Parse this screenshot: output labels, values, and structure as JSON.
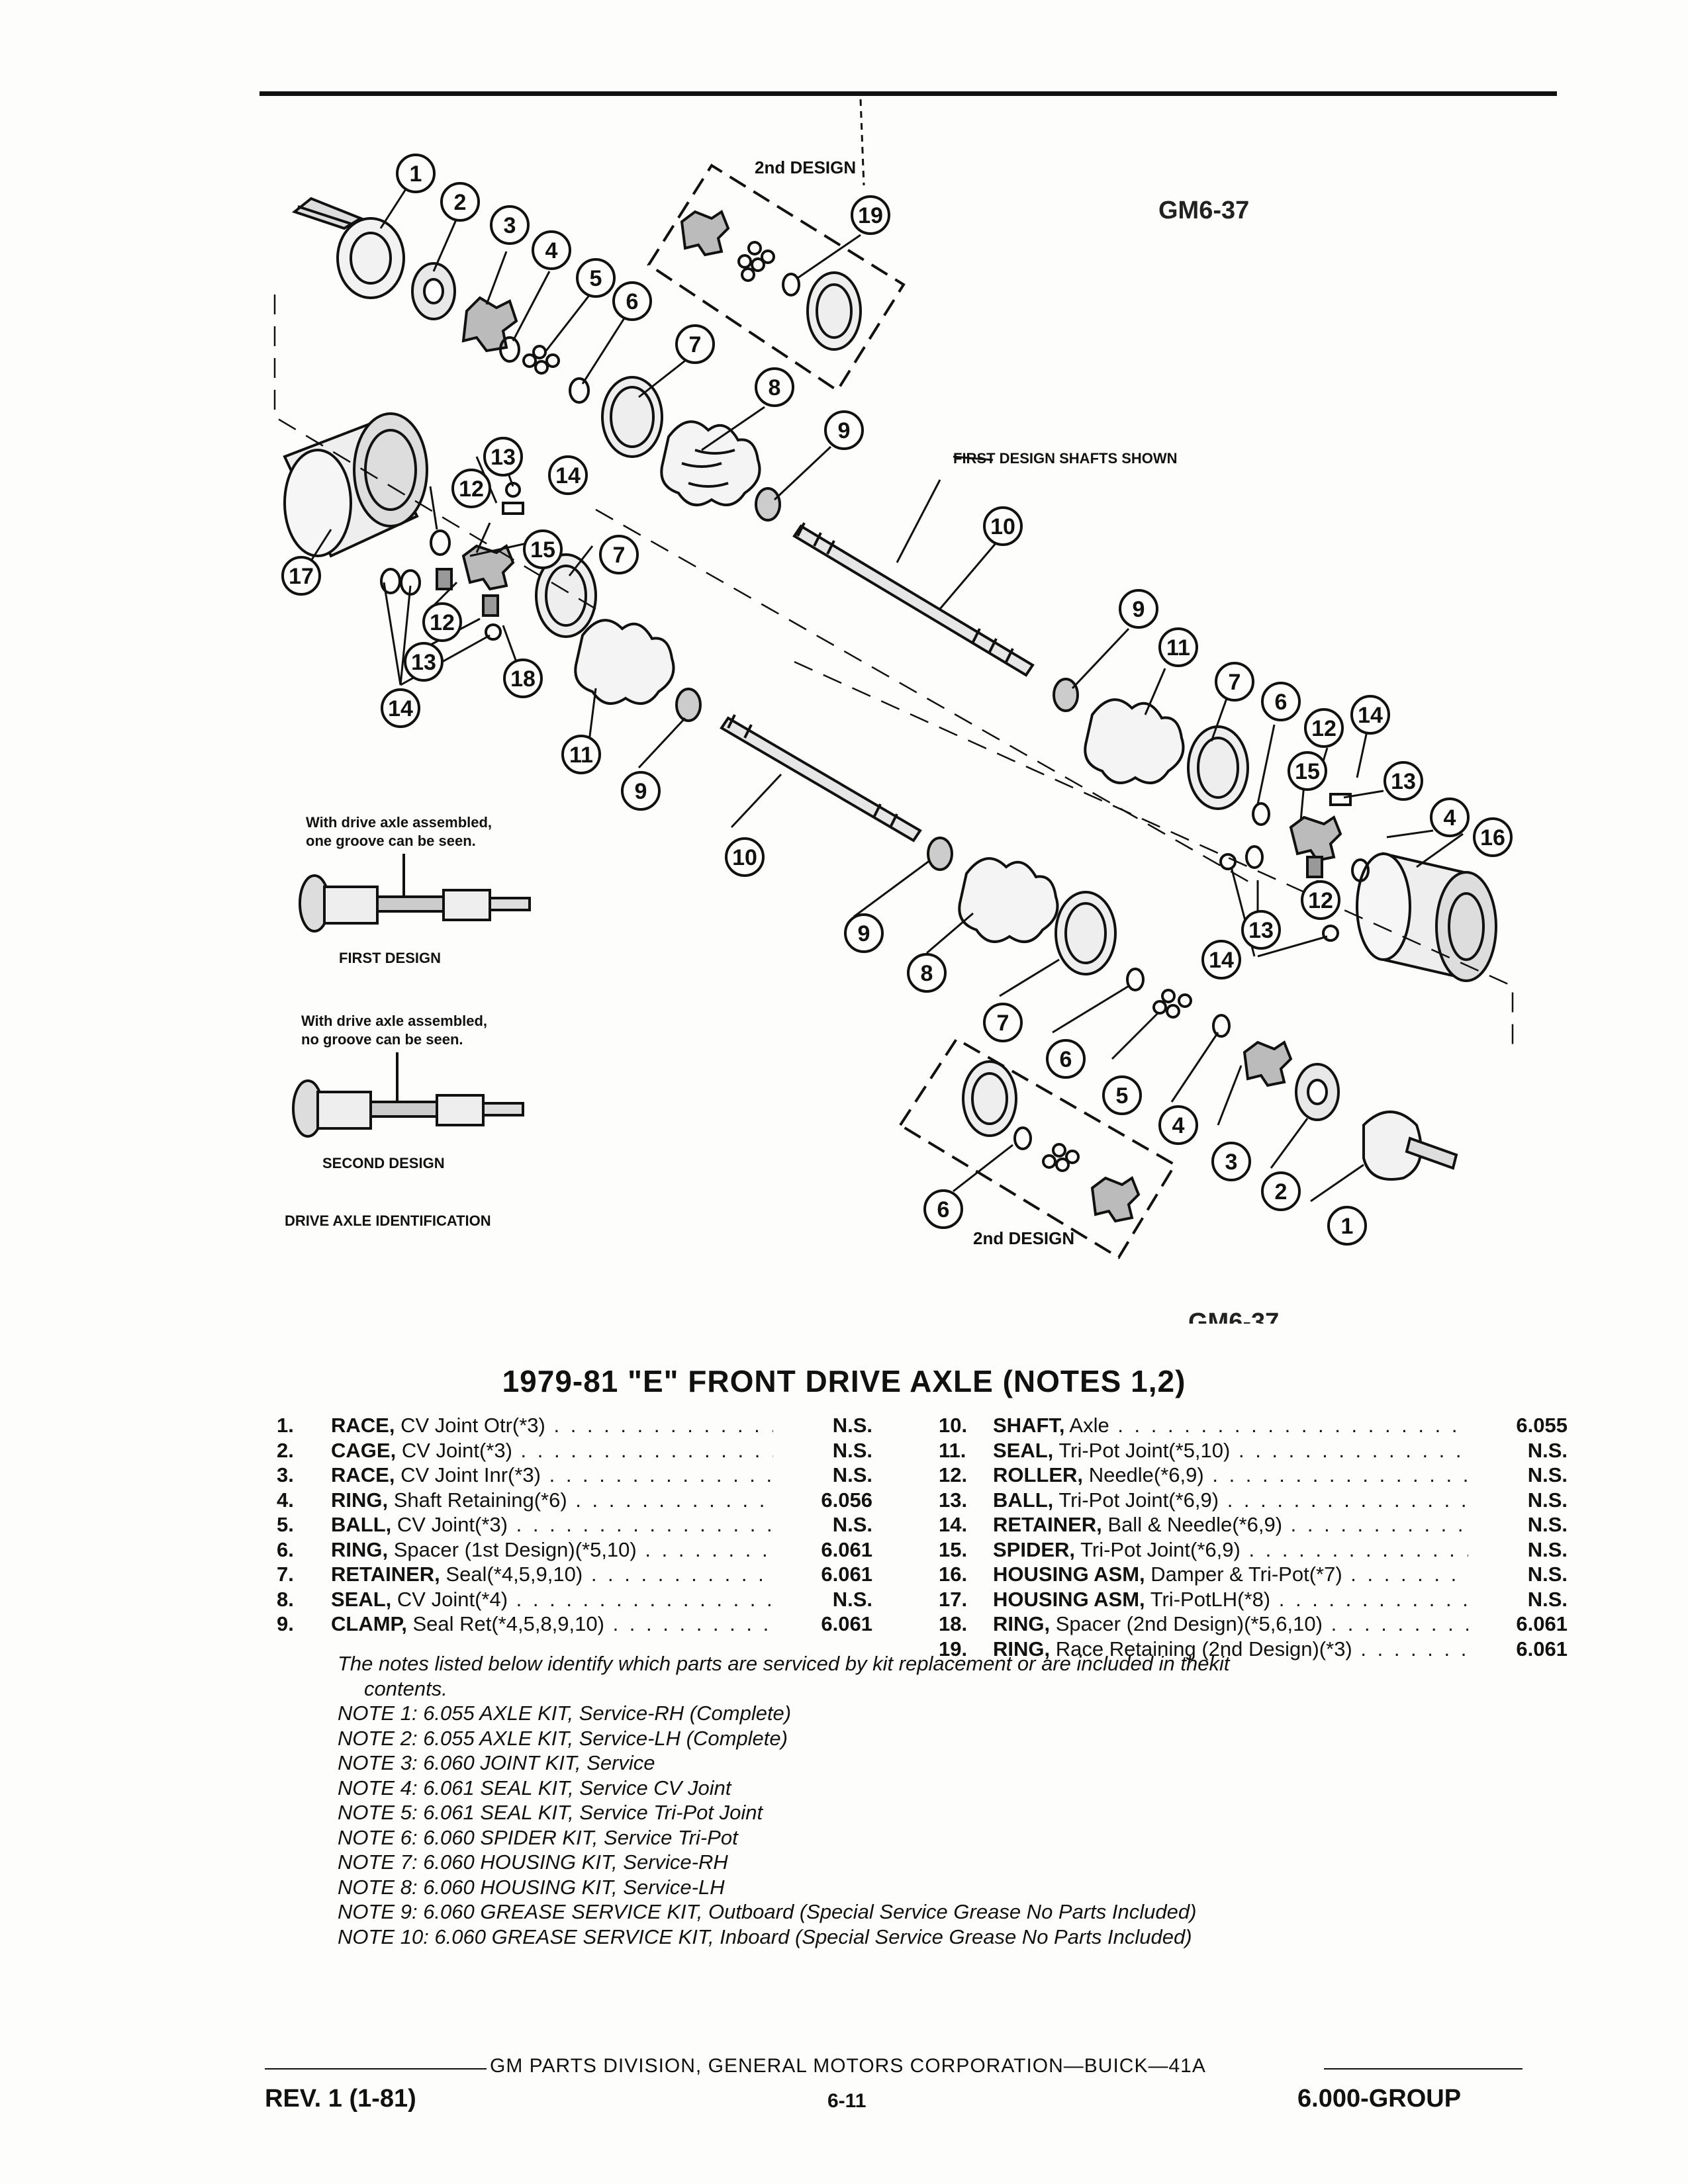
{
  "diagram": {
    "design_label": "2nd DESIGN",
    "code": "GM6-37",
    "first_design_shafts_note": "FIRST DESIGN SHAFTS SHOWN",
    "callouts": [
      "1",
      "2",
      "3",
      "4",
      "5",
      "6",
      "7",
      "8",
      "9",
      "10",
      "11",
      "12",
      "13",
      "14",
      "15",
      "16",
      "17",
      "18",
      "19"
    ],
    "identification": {
      "first_note_line1": "With drive axle assembled,",
      "first_note_line2": "one groove can be seen.",
      "first_label": "FIRST DESIGN",
      "second_note_line1": "With drive axle assembled,",
      "second_note_line2": "no groove can be seen.",
      "second_label": "SECOND DESIGN",
      "caption": "DRIVE AXLE IDENTIFICATION"
    }
  },
  "title": "1979-81 \"E\" FRONT DRIVE AXLE (NOTES 1,2)",
  "parts_left": [
    {
      "num": "1.",
      "name": "RACE,",
      "desc": "CV Joint Otr(*3)",
      "value": "N.S."
    },
    {
      "num": "2.",
      "name": "CAGE,",
      "desc": "CV Joint(*3)",
      "value": "N.S."
    },
    {
      "num": "3.",
      "name": "RACE,",
      "desc": "CV Joint Inr(*3)",
      "value": "N.S."
    },
    {
      "num": "4.",
      "name": "RING,",
      "desc": "Shaft Retaining(*6)",
      "value": "6.056"
    },
    {
      "num": "5.",
      "name": "BALL,",
      "desc": "CV Joint(*3)",
      "value": "N.S."
    },
    {
      "num": "6.",
      "name": "RING,",
      "desc": "Spacer (1st Design)(*5,10)",
      "value": "6.061"
    },
    {
      "num": "7.",
      "name": "RETAINER,",
      "desc": "Seal(*4,5,9,10)",
      "value": "6.061"
    },
    {
      "num": "8.",
      "name": "SEAL,",
      "desc": "CV Joint(*4)",
      "value": "N.S."
    },
    {
      "num": "9.",
      "name": "CLAMP,",
      "desc": "Seal Ret(*4,5,8,9,10)",
      "value": "6.061"
    }
  ],
  "parts_right": [
    {
      "num": "10.",
      "name": "SHAFT,",
      "desc": "Axle",
      "value": "6.055"
    },
    {
      "num": "11.",
      "name": "SEAL,",
      "desc": "Tri-Pot Joint(*5,10)",
      "value": "N.S."
    },
    {
      "num": "12.",
      "name": "ROLLER,",
      "desc": "Needle(*6,9)",
      "value": "N.S."
    },
    {
      "num": "13.",
      "name": "BALL,",
      "desc": "Tri-Pot Joint(*6,9)",
      "value": "N.S."
    },
    {
      "num": "14.",
      "name": "RETAINER,",
      "desc": "Ball & Needle(*6,9)",
      "value": "N.S."
    },
    {
      "num": "15.",
      "name": "SPIDER,",
      "desc": "Tri-Pot Joint(*6,9)",
      "value": "N.S."
    },
    {
      "num": "16.",
      "name": "HOUSING ASM,",
      "desc": "Damper & Tri-Pot(*7)",
      "value": "N.S."
    },
    {
      "num": "17.",
      "name": "HOUSING ASM,",
      "desc": "Tri-PotLH(*8)",
      "value": "N.S."
    },
    {
      "num": "18.",
      "name": "RING,",
      "desc": "Spacer (2nd Design)(*5,6,10)",
      "value": "6.061"
    },
    {
      "num": "19.",
      "name": "RING,",
      "desc": "Race Retaining (2nd Design)(*3)",
      "value": "6.061"
    }
  ],
  "notes": {
    "intro_line1": "The notes listed below identify which parts are serviced by kit replacement or are included in thekit",
    "intro_line2": "contents.",
    "items": [
      "NOTE 1: 6.055 AXLE KIT, Service-RH (Complete)",
      "NOTE 2: 6.055 AXLE KIT, Service-LH (Complete)",
      "NOTE 3: 6.060 JOINT KIT, Service",
      "NOTE 4: 6.061 SEAL KIT, Service CV Joint",
      "NOTE 5: 6.061 SEAL KIT, Service Tri-Pot Joint",
      "NOTE 6: 6.060 SPIDER KIT, Service Tri-Pot",
      "NOTE 7: 6.060 HOUSING KIT, Service-RH",
      "NOTE 8: 6.060 HOUSING KIT, Service-LH",
      "NOTE 9: 6.060 GREASE SERVICE KIT, Outboard (Special Service Grease No Parts Included)",
      "NOTE 10: 6.060 GREASE SERVICE KIT, Inboard (Special Service Grease No Parts Included)"
    ]
  },
  "footer": {
    "center": "GM PARTS DIVISION, GENERAL MOTORS CORPORATION—BUICK—41A",
    "rev": "REV. 1 (1-81)",
    "page": "6-11",
    "group": "6.000-GROUP"
  }
}
